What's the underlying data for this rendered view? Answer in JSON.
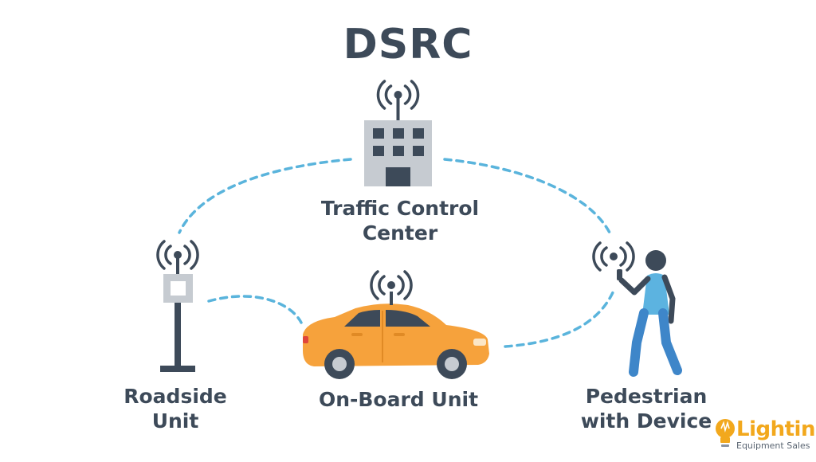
{
  "title": "DSRC",
  "nodes": {
    "traffic_control_center": {
      "line1": "Traffic Control",
      "line2": "Center"
    },
    "roadside_unit": {
      "line1": "Roadside",
      "line2": "Unit"
    },
    "on_board_unit": {
      "line1": "On-Board Unit"
    },
    "pedestrian": {
      "line1": "Pedestrian",
      "line2": "with Device"
    }
  },
  "logo": {
    "word": "Lighting",
    "subtitle": "Equipment Sales"
  },
  "colors": {
    "text": "#3d4a59",
    "link": "#5ab4dc",
    "car": "#f6a23c",
    "building": "#c6cbd1",
    "person_shirt": "#5cb3e0",
    "person_pants": "#3e86c9",
    "logo": "#f2a81d"
  },
  "icons": [
    "antenna-icon",
    "building-icon",
    "car-icon",
    "roadside-unit-icon",
    "pedestrian-icon",
    "lightbulb-logo-icon"
  ]
}
